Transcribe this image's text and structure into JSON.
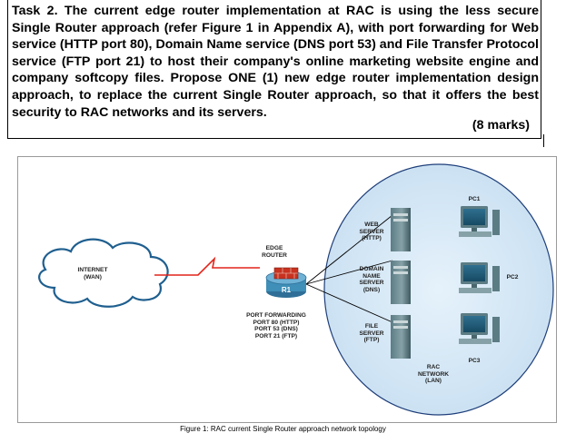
{
  "task": {
    "paragraph": "Task 2. The current edge router implementation at RAC is using the less secure Single Router approach (refer Figure 1 in Appendix A), with port forwarding for Web service (HTTP port 80), Domain Name service (DNS port 53) and File Transfer Protocol service (FTP port 21) to host their company's online marketing website engine and company softcopy files. Propose ONE (1) new edge router implementation design approach, to replace the current Single Router approach, so that it offers the best security to RAC networks and its servers.",
    "marks": "(8 marks)"
  },
  "figure": {
    "internet_label_1": "INTERNET",
    "internet_label_2": "(WAN)",
    "router_label_1": "EDGE",
    "router_label_2": "ROUTER",
    "router_name": "R1",
    "port_forwarding": [
      "PORT FORWARDING",
      "PORT 80 (HTTP)",
      "PORT 53 (DNS)",
      "PORT 21 (FTP)"
    ],
    "web_server": [
      "WEB",
      "SERVER",
      "(HTTP)"
    ],
    "dns_server": [
      "DOMAIN",
      "NAME",
      "SERVER",
      "(DNS)"
    ],
    "file_server": [
      "FILE",
      "SERVER",
      "(FTP)"
    ],
    "pc1": "PC1",
    "pc2": "PC2",
    "pc3": "PC3",
    "rac_network": [
      "RAC",
      "NETWORK",
      "(LAN)"
    ],
    "caption": "Figure 1: RAC current Single Router approach network topology"
  },
  "colors": {
    "lan_fill": "#cfe4f4",
    "lan_stroke": "#1f3f7a",
    "router_blue": "#3f8fb8",
    "wan_link": "#e2231a"
  }
}
